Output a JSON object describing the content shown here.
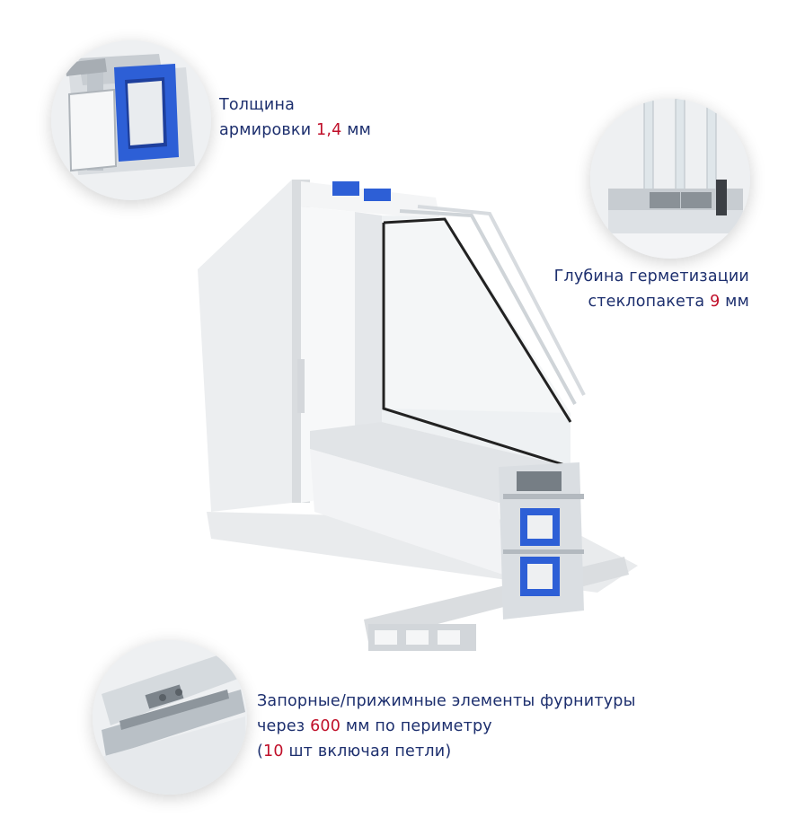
{
  "callouts": {
    "reinforcement": {
      "line1": "Толщина",
      "line2_prefix": "армировки ",
      "line2_value": "1,4",
      "line2_suffix": " мм"
    },
    "sealing": {
      "line1": "Глубина герметизации",
      "line2_prefix": "стеклопакета ",
      "line2_value": "9",
      "line2_suffix": " мм"
    },
    "hardware": {
      "line1": "Запорные/прижимные  элементы фурнитуры",
      "line2_prefix": "через ",
      "line2_value": "600",
      "line2_suffix": " мм по периметру",
      "line3_prefix": "(",
      "line3_value": "10",
      "line3_suffix": " шт включая петли)"
    }
  },
  "colors": {
    "text": "#1d2f6e",
    "accent": "#c0102a",
    "reinforcement_blue": "#2d5fd6",
    "pvc_white": "#f2f3f5"
  },
  "icons": {
    "reinforcement_detail": "steel-reinforcement-detail-icon",
    "glass_unit_detail": "glass-unit-detail-icon",
    "hardware_detail": "locking-hardware-detail-icon",
    "window_section": "pvc-window-cross-section-illustration"
  }
}
